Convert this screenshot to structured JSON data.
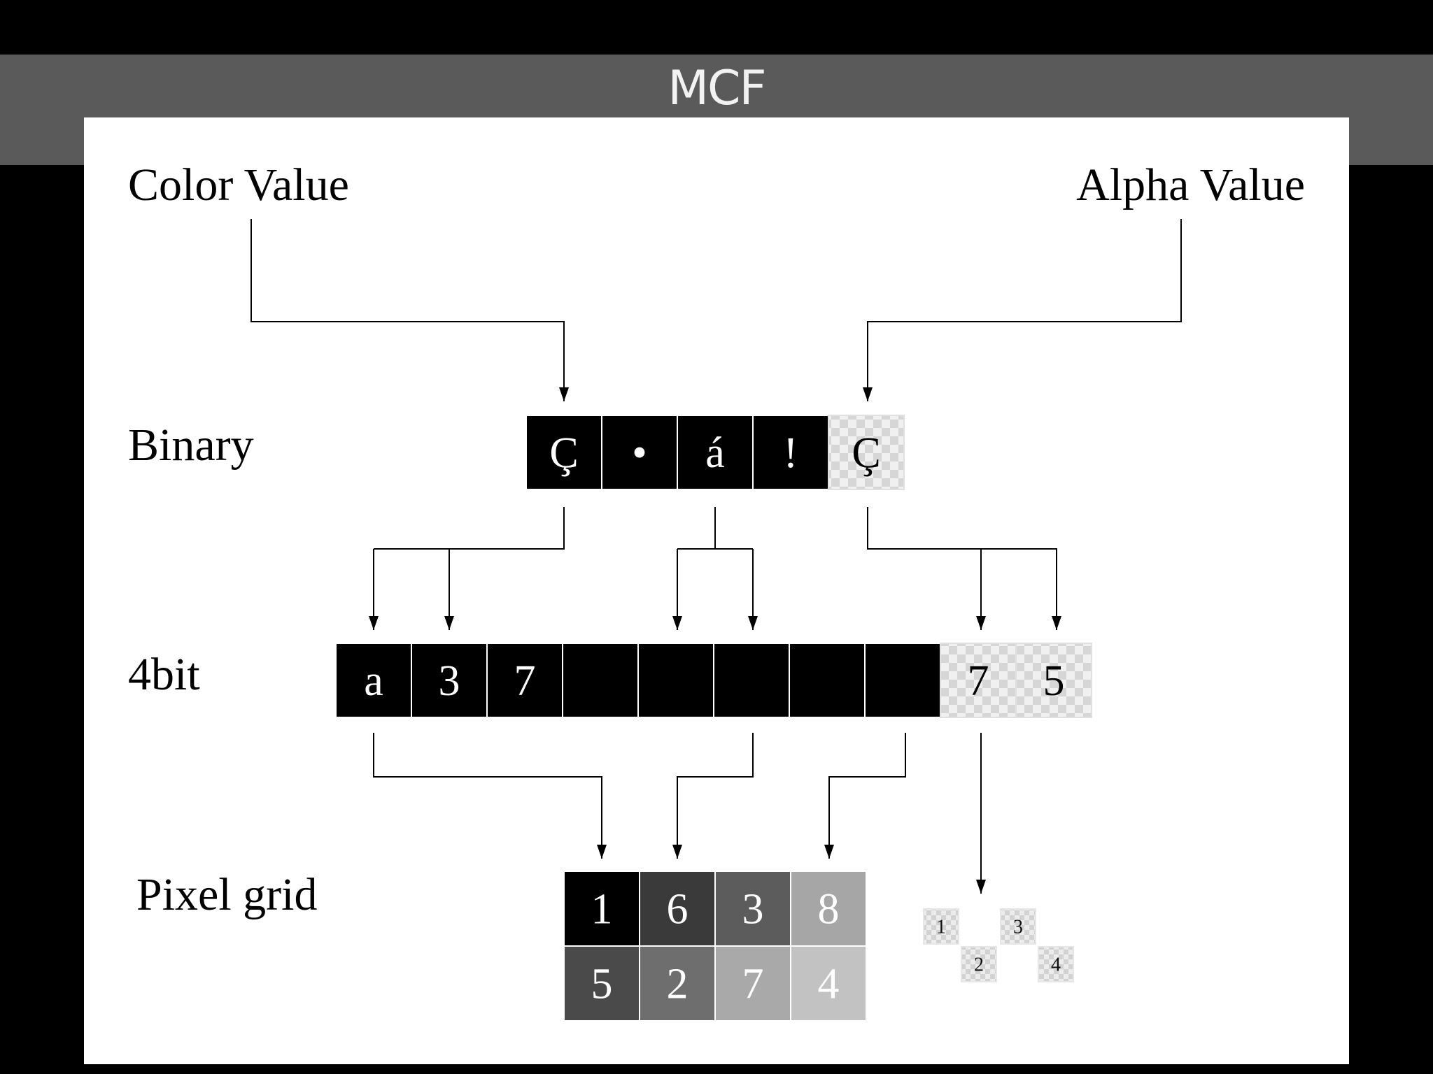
{
  "window": {
    "title": "MCF"
  },
  "labels": {
    "color_value": "Color Value",
    "alpha_value": "Alpha Value",
    "binary": "Binary",
    "four_bit": "4bit",
    "pixel_grid": "Pixel grid"
  },
  "binary_row": [
    "Ç",
    "•",
    "á",
    "!",
    "Ç"
  ],
  "fourbit_row": [
    "a",
    "3",
    "7",
    "",
    "",
    "",
    "",
    "",
    "7",
    "5"
  ],
  "pixel_grid": [
    [
      "1",
      "6",
      "3",
      "8"
    ],
    [
      "5",
      "2",
      "7",
      "4"
    ]
  ],
  "alpha_grid": [
    "1",
    "3",
    "2",
    "4"
  ],
  "colors": {
    "cell_black": "#000000",
    "checker_light": "#f0f0f0",
    "checker_dark": "#d6d6d6",
    "grid_shades": [
      [
        "#000000",
        "#3a3a3a",
        "#5c5c5c",
        "#a6a6a6"
      ],
      [
        "#4a4a4a",
        "#6e6e6e",
        "#a9a9a9",
        "#c2c2c2"
      ]
    ]
  }
}
